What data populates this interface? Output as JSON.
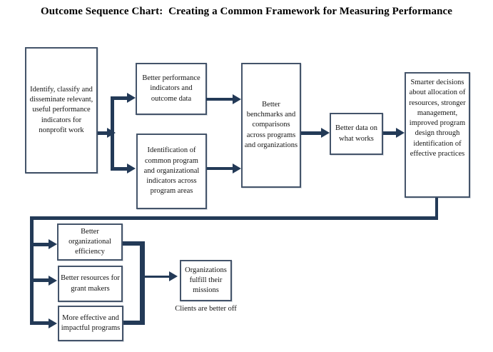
{
  "title": "Outcome Sequence Chart:  Creating a Common Framework for Measuring Performance",
  "colors": {
    "connector": "#233a57",
    "box_border": "#44546a",
    "text": "#141414",
    "background": "#ffffff",
    "title_color": "#000000"
  },
  "flow": {
    "identify": {
      "label": "Identify, classify and disseminate relevant, useful performance indicators for nonprofit work"
    },
    "indicators": {
      "label": "Better performance indicators and outcome data"
    },
    "identification": {
      "label": "Identification of common program and organizational indicators across program areas"
    },
    "benchmarks": {
      "label": "Better benchmarks and comparisons across programs and organizations"
    },
    "better_data": {
      "label": "Better data on what works"
    },
    "smarter_decisions": {
      "label": "Smarter decisions about allocation of resources, stronger management, improved program design through identification of effective practices"
    },
    "org_efficiency": {
      "label": "Better organizational efficiency"
    },
    "grant_resources": {
      "label": "Better resources for grant makers"
    },
    "effective_programs": {
      "label": "More effective and impactful programs"
    },
    "fulfill_missions": {
      "label": "Organizations fulfill their missions"
    },
    "clients_caption": {
      "label": "Clients are better off"
    }
  }
}
